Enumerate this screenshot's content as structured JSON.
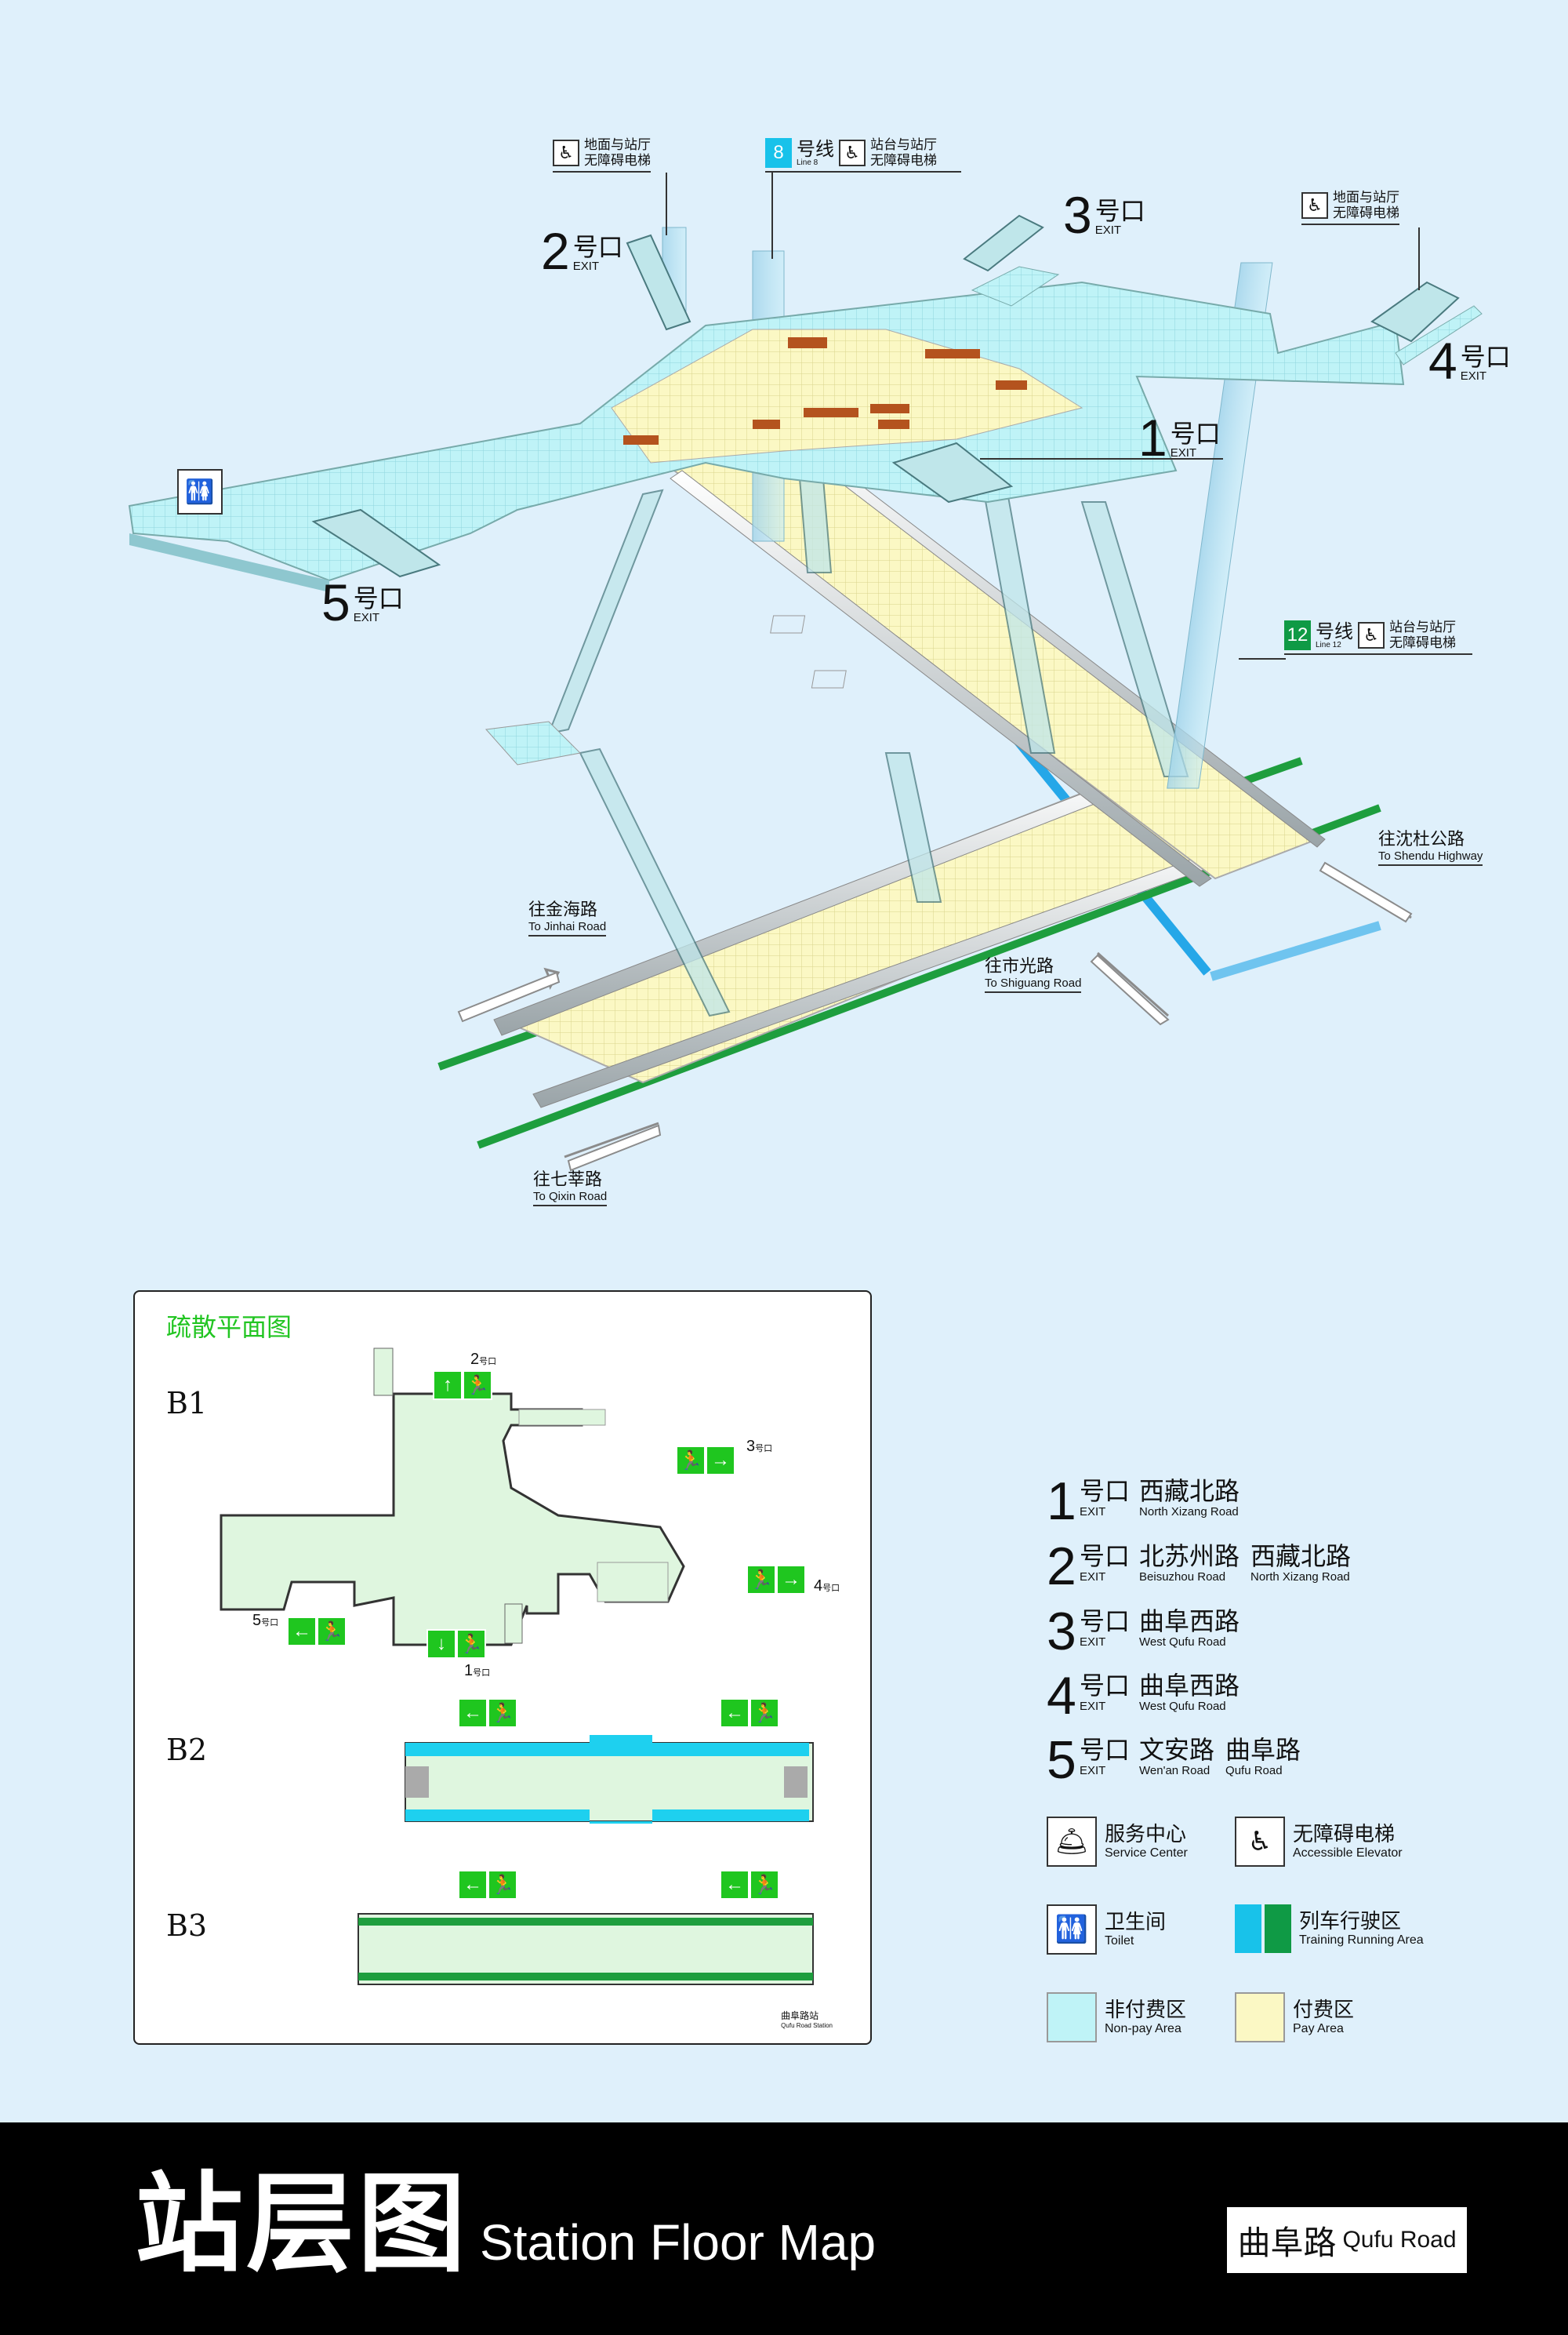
{
  "colors": {
    "background": "#dff0fb",
    "non_pay_area": "#bff3f7",
    "pay_area": "#fbf8c4",
    "line8": "#18c2ea",
    "line12": "#0f9a45",
    "track_blue": "#25a7e8",
    "track_green": "#1e9e3e",
    "evac_green": "#1fc61f"
  },
  "station_3d": {
    "exits": [
      {
        "num": "1",
        "label": "号口",
        "en": "EXIT"
      },
      {
        "num": "2",
        "label": "号口",
        "en": "EXIT"
      },
      {
        "num": "3",
        "label": "号口",
        "en": "EXIT"
      },
      {
        "num": "4",
        "label": "号口",
        "en": "EXIT"
      },
      {
        "num": "5",
        "label": "号口",
        "en": "EXIT"
      }
    ],
    "callouts": {
      "elev_ground_left": {
        "line1": "地面与站厅",
        "line2": "无障碍电梯",
        "icon": "accessible-elevator-icon"
      },
      "elev_ground_right": {
        "line1": "地面与站厅",
        "line2": "无障碍电梯",
        "icon": "accessible-elevator-icon"
      },
      "line8": {
        "badge": "8",
        "line_cn": "号线",
        "line_en": "Line 8",
        "line1": "站台与站厅",
        "line2": "无障碍电梯"
      },
      "line12": {
        "badge": "12",
        "line_cn": "号线",
        "line_en": "Line 12",
        "line1": "站台与站厅",
        "line2": "无障碍电梯"
      }
    },
    "directions": [
      {
        "cn": "往沈杜公路",
        "en": "To Shendu Highway"
      },
      {
        "cn": "往金海路",
        "en": "To Jinhai Road"
      },
      {
        "cn": "往市光路",
        "en": "To Shiguang Road"
      },
      {
        "cn": "往七莘路",
        "en": "To Qixin Road"
      }
    ]
  },
  "evacuation": {
    "title": "疏散平面图",
    "levels": [
      "B1",
      "B2",
      "B3"
    ],
    "exit_labels": [
      {
        "num": "2",
        "hk": "号口"
      },
      {
        "num": "3",
        "hk": "号口"
      },
      {
        "num": "4",
        "hk": "号口"
      },
      {
        "num": "5",
        "hk": "号口"
      },
      {
        "num": "1",
        "hk": "号口"
      }
    ],
    "station_cn": "曲阜路站",
    "station_en": "Qufu Road Station"
  },
  "legend": {
    "exits": [
      {
        "num": "1",
        "hk": "号口",
        "en": "EXIT",
        "roads": [
          {
            "cn": "西藏北路",
            "en": "North Xizang Road"
          }
        ]
      },
      {
        "num": "2",
        "hk": "号口",
        "en": "EXIT",
        "roads": [
          {
            "cn": "北苏州路",
            "en": "Beisuzhou Road"
          },
          {
            "cn": "西藏北路",
            "en": "North Xizang Road"
          }
        ]
      },
      {
        "num": "3",
        "hk": "号口",
        "en": "EXIT",
        "roads": [
          {
            "cn": "曲阜西路",
            "en": "West Qufu Road"
          }
        ]
      },
      {
        "num": "4",
        "hk": "号口",
        "en": "EXIT",
        "roads": [
          {
            "cn": "曲阜西路",
            "en": "West Qufu Road"
          }
        ]
      },
      {
        "num": "5",
        "hk": "号口",
        "en": "EXIT",
        "roads": [
          {
            "cn": "文安路",
            "en": "Wen'an Road"
          },
          {
            "cn": "曲阜路",
            "en": "Qufu Road"
          }
        ]
      }
    ],
    "keys": {
      "service": {
        "cn": "服务中心",
        "en": "Service Center",
        "icon": "service-center-icon"
      },
      "elevator": {
        "cn": "无障碍电梯",
        "en": "Accessible Elevator",
        "icon": "accessible-elevator-icon"
      },
      "toilet": {
        "cn": "卫生间",
        "en": "Toilet",
        "icon": "toilet-icon"
      },
      "track": {
        "cn": "列车行驶区",
        "en": "Training Running Area"
      },
      "nonpay": {
        "cn": "非付费区",
        "en": "Non-pay Area"
      },
      "pay": {
        "cn": "付费区",
        "en": "Pay Area"
      }
    }
  },
  "footer": {
    "title_cn": "站层图",
    "title_en": "Station Floor Map",
    "station_cn": "曲阜路",
    "station_en": "Qufu Road"
  }
}
